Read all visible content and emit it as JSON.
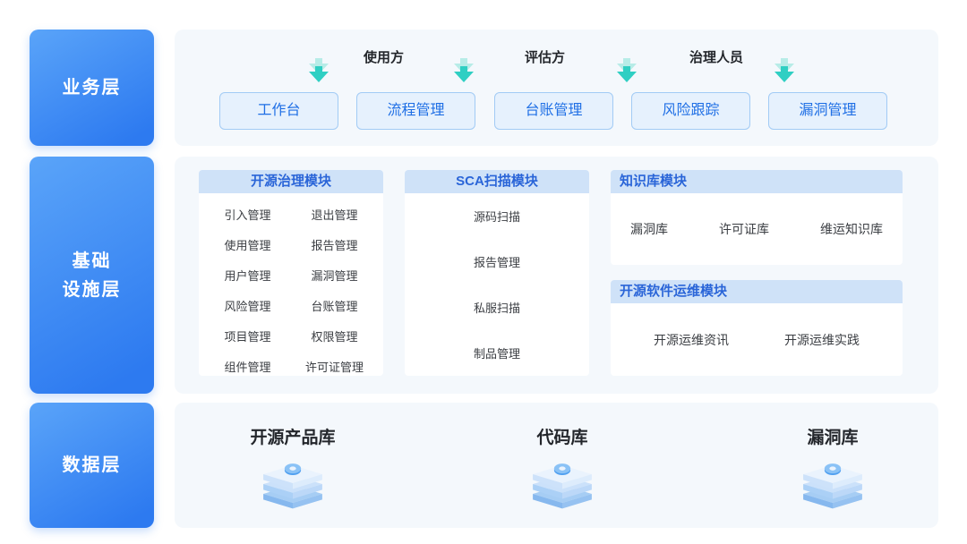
{
  "colors": {
    "layer_gradient_start": "#5aa4f9",
    "layer_gradient_end": "#2d7af0",
    "panel_bg": "#f4f8fc",
    "module_header_bg": "#cfe2f8",
    "module_header_text": "#2a65d8",
    "button_bg": "#e6f1fd",
    "button_border": "#a2cbf5",
    "button_text": "#1f6fe5",
    "arrow_teal": "#2fcfc3"
  },
  "business_layer": {
    "badge": "业务层",
    "roles": [
      "使用方",
      "评估方",
      "治理人员"
    ],
    "buttons": [
      "工作台",
      "流程管理",
      "台账管理",
      "风险跟踪",
      "漏洞管理"
    ]
  },
  "infrastructure_layer": {
    "badge": "基础\n设施层",
    "governance": {
      "title": "开源治理模块",
      "rows": [
        [
          "引入管理",
          "退出管理"
        ],
        [
          "使用管理",
          "报告管理"
        ],
        [
          "用户管理",
          "漏洞管理"
        ],
        [
          "风险管理",
          "台账管理"
        ],
        [
          "项目管理",
          "权限管理"
        ],
        [
          "组件管理",
          "许可证管理"
        ]
      ]
    },
    "sca": {
      "title": "SCA扫描模块",
      "items": [
        "源码扫描",
        "报告管理",
        "私服扫描",
        "制品管理"
      ]
    },
    "knowledge": {
      "title": "知识库模块",
      "items": [
        "漏洞库",
        "许可证库",
        "维运知识库"
      ]
    },
    "ops": {
      "title": "开源软件运维模块",
      "items": [
        "开源运维资讯",
        "开源运维实践"
      ]
    }
  },
  "data_layer": {
    "badge": "数据层",
    "stores": [
      "开源产品库",
      "代码库",
      "漏洞库"
    ]
  }
}
